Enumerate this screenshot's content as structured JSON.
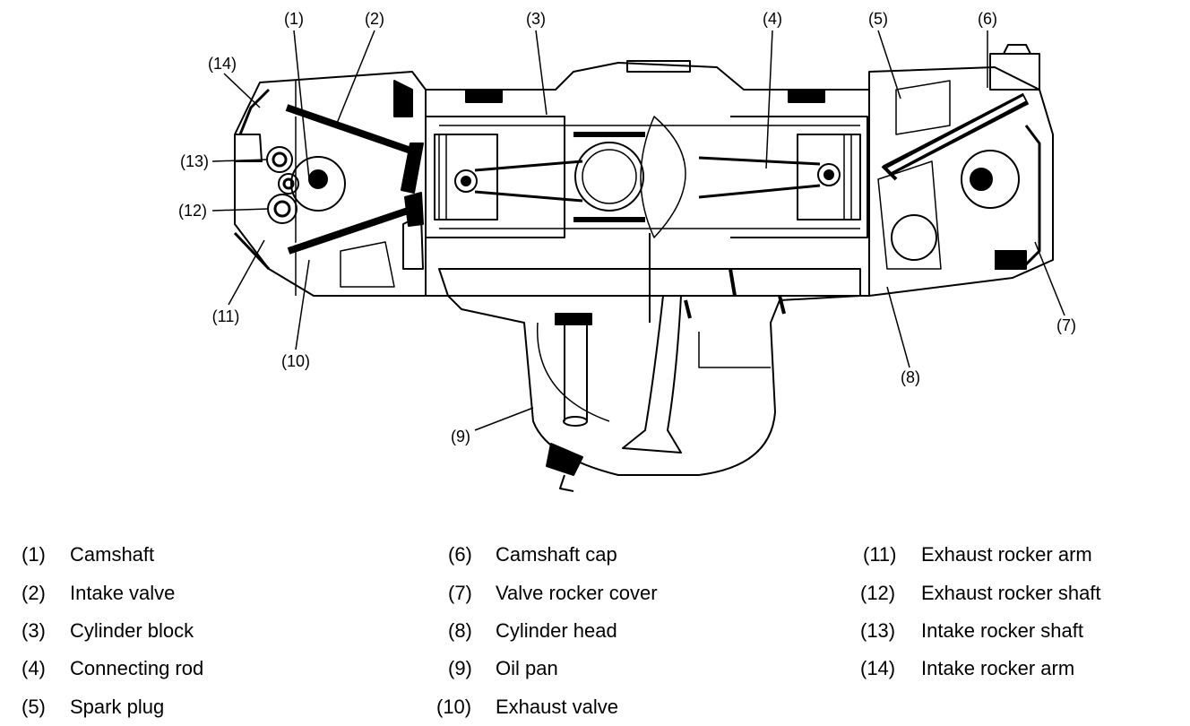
{
  "callouts": [
    "(1)",
    "(2)",
    "(3)",
    "(4)",
    "(5)",
    "(6)",
    "(7)",
    "(8)",
    "(9)",
    "(10)",
    "(11)",
    "(12)",
    "(13)",
    "(14)"
  ],
  "legend": [
    {
      "num": "(1)",
      "name": "Camshaft"
    },
    {
      "num": "(2)",
      "name": "Intake valve"
    },
    {
      "num": "(3)",
      "name": "Cylinder block"
    },
    {
      "num": "(4)",
      "name": "Connecting rod"
    },
    {
      "num": "(5)",
      "name": "Spark plug"
    },
    {
      "num": "(6)",
      "name": "Camshaft cap"
    },
    {
      "num": "(7)",
      "name": "Valve rocker cover"
    },
    {
      "num": "(8)",
      "name": "Cylinder head"
    },
    {
      "num": "(9)",
      "name": "Oil pan"
    },
    {
      "num": "(10)",
      "name": "Exhaust valve"
    },
    {
      "num": "(11)",
      "name": "Exhaust rocker arm"
    },
    {
      "num": "(12)",
      "name": "Exhaust rocker shaft"
    },
    {
      "num": "(13)",
      "name": "Intake rocker shaft"
    },
    {
      "num": "(14)",
      "name": "Intake rocker arm"
    }
  ]
}
